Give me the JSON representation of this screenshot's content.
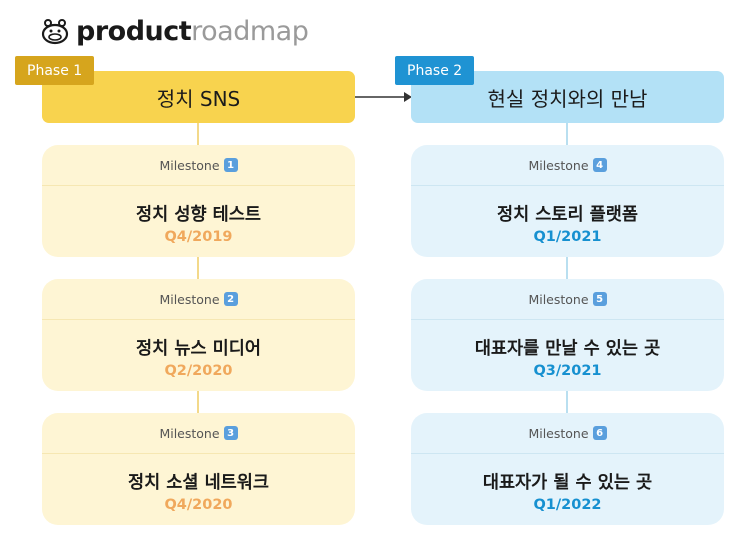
{
  "logo": {
    "text_bold": "product",
    "text_light": "roadmap"
  },
  "milestone_label": "Milestone",
  "phases": [
    {
      "badge": "Phase 1",
      "title": "정치 SNS",
      "milestones": [
        {
          "num": "1",
          "title": "정치 성향 테스트",
          "date": "Q4/2019"
        },
        {
          "num": "2",
          "title": "정치 뉴스 미디어",
          "date": "Q2/2020"
        },
        {
          "num": "3",
          "title": "정치 소셜 네트워크",
          "date": "Q4/2020"
        }
      ]
    },
    {
      "badge": "Phase 2",
      "title": "현실 정치와의 만남",
      "milestones": [
        {
          "num": "4",
          "title": "정치 스토리 플랫폼",
          "date": "Q1/2021"
        },
        {
          "num": "5",
          "title": "대표자를 만날 수 있는 곳",
          "date": "Q3/2021"
        },
        {
          "num": "6",
          "title": "대표자가 될 수 있는 곳",
          "date": "Q1/2022"
        }
      ]
    }
  ],
  "colors": {
    "phase1_header": "#f8d34e",
    "phase1_badge": "#d6a51d",
    "phase1_card": "#fef5d4",
    "phase1_date": "#f0a85c",
    "phase2_header": "#b3e1f6",
    "phase2_badge": "#1f93d3",
    "phase2_card": "#e4f3fb",
    "phase2_date": "#1690d0"
  }
}
